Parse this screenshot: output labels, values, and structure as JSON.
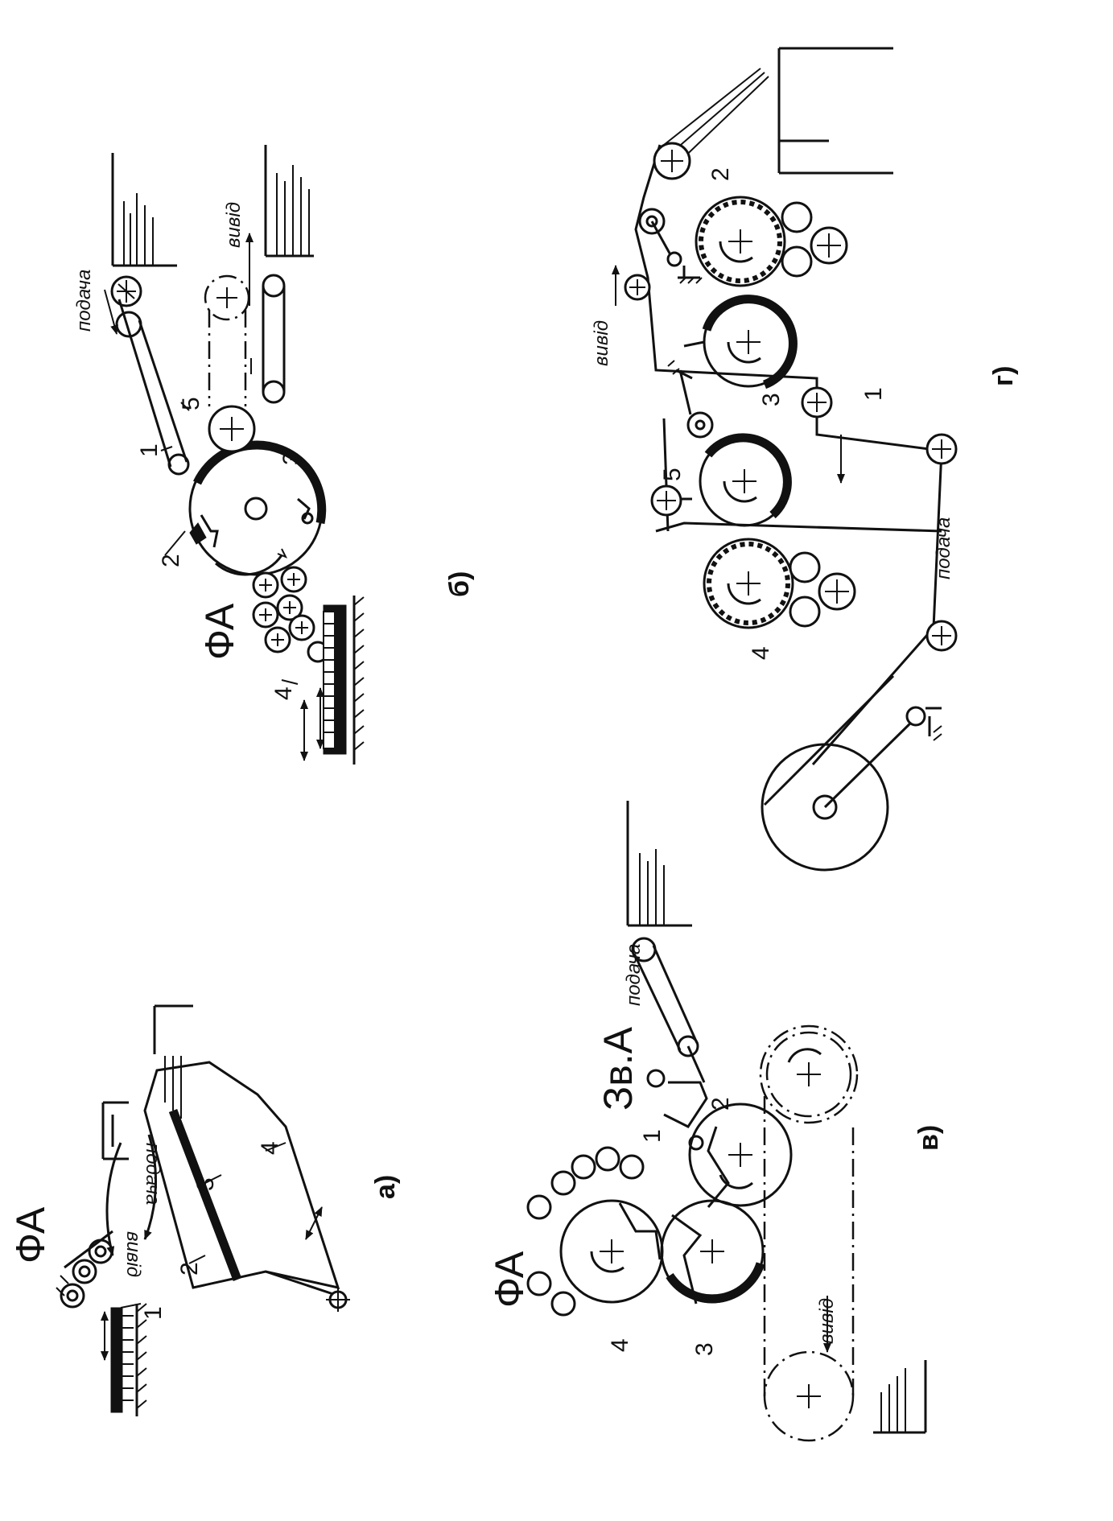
{
  "panels": {
    "a": {
      "caption": "а)",
      "machine": "ФА",
      "feed": "подача",
      "output": "вивід",
      "numbers": [
        "1",
        "2",
        "3",
        "4"
      ]
    },
    "b": {
      "caption": "б)",
      "machine": "ФА",
      "feed": "подача",
      "output": "вивід",
      "numbers": [
        "1",
        "2",
        "3",
        "4",
        "5"
      ]
    },
    "v": {
      "caption": "в)",
      "machine": "ФА",
      "machine2": "Зв.А",
      "feed": "подача",
      "output": "вивід",
      "numbers": [
        "1",
        "2",
        "3",
        "4"
      ]
    },
    "g": {
      "caption": "г)",
      "feed": "подача",
      "output": "вивід",
      "numbers": [
        "1",
        "2",
        "3",
        "4",
        "5"
      ]
    }
  }
}
